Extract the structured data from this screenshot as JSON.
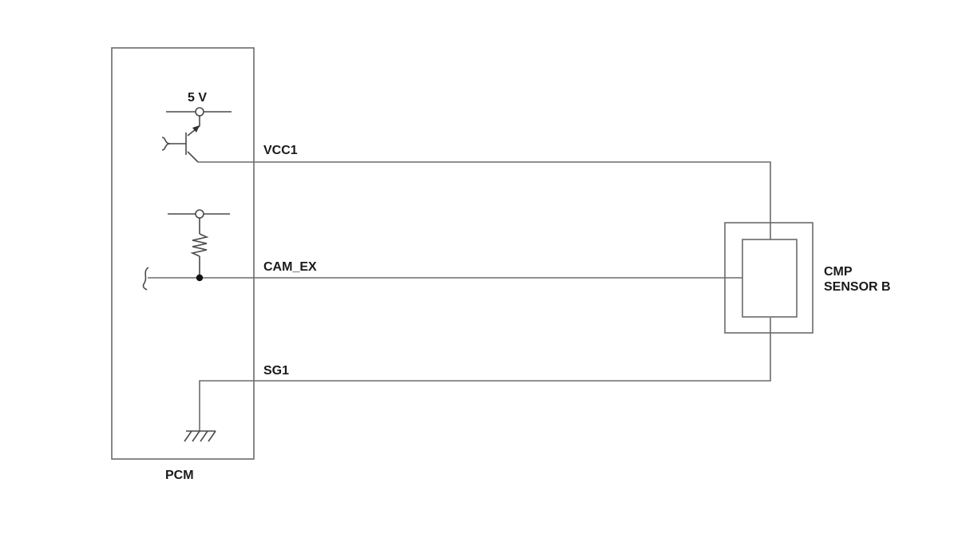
{
  "labels": {
    "supply": "5 V",
    "vcc": "VCC1",
    "signal": "CAM_EX",
    "ground": "SG1",
    "module": "PCM",
    "sensor_line1": "CMP",
    "sensor_line2": "SENSOR B"
  }
}
